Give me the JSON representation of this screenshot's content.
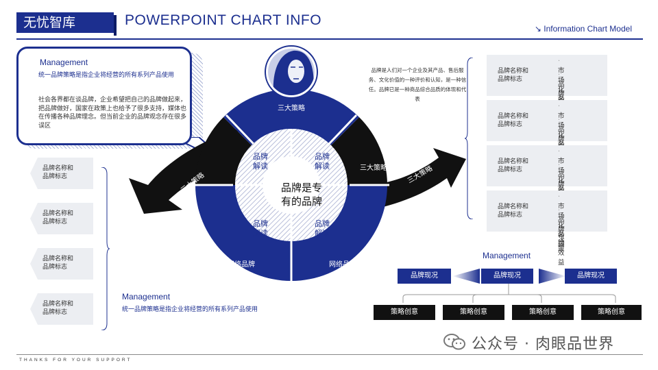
{
  "header": {
    "logo": "无忧智库",
    "title": "POWERPOINT CHART INFO",
    "subtitle": "Information Chart Model",
    "footer": "THANKS FOR YOUR SUPPORT"
  },
  "bubble": {
    "title": "Management",
    "subtitle": "统一品牌策略是指企业将经营的所有系列产品使用",
    "body": "社会各界都在谈品牌，企业希望把自己的品牌做起来，把品牌做好，国家在政策上也给予了很多支持，媒体也在传播各种品牌理念。但当前企业的品牌观念存在很多误区"
  },
  "left_list": {
    "items": [
      "品牌名称和\n品牌标志",
      "品牌名称和\n品牌标志",
      "品牌名称和\n品牌标志",
      "品牌名称和\n品牌标志"
    ]
  },
  "management2": {
    "title": "Management",
    "subtitle": "统一品牌策略是指企业将经营的所有系列产品使用"
  },
  "circle": {
    "center": "品牌是专\n有的品牌",
    "quadrants": [
      "品牌\n解读",
      "品牌\n解读",
      "品牌\n解读",
      "品牌\n解读"
    ],
    "segments": {
      "top": "三大策略",
      "right": "三大策略",
      "bottom_left": "网络品牌",
      "bottom_right": "网络品牌"
    },
    "arrow_left": "三大策略",
    "arrow_right": "三大策略"
  },
  "brand_desc": "品牌是人们对一个企业及其产品、售后服务、文化价值的一种评价和认知，是一种信任。品牌已是一种商品综合品质的体现和代表",
  "right_panels": [
    {
      "label": "品牌名称和\n品牌标志",
      "items": [
        "市场化名词",
        "品牌决策",
        "品牌效益"
      ]
    },
    {
      "label": "品牌名称和\n品牌标志",
      "items": [
        "市场化名词",
        "品牌决策",
        "品牌效益"
      ]
    },
    {
      "label": "品牌名称和\n品牌标志",
      "items": [
        "市场化名词",
        "品牌决策",
        "品牌效益"
      ]
    },
    {
      "label": "品牌名称和\n品牌标志",
      "items": [
        "市场化名词",
        "品牌决策",
        "品牌效益"
      ]
    }
  ],
  "bottom_right": {
    "title": "Management",
    "status": [
      "品牌现况",
      "品牌现况",
      "品牌现况"
    ],
    "strategy": [
      "策略创意",
      "策略创意",
      "策略创意",
      "策略创意"
    ]
  },
  "watermark": "公众号 · 肉眼品世界",
  "colors": {
    "primary": "#1c2f8f",
    "dark": "#111111",
    "panel": "#eceef2"
  }
}
